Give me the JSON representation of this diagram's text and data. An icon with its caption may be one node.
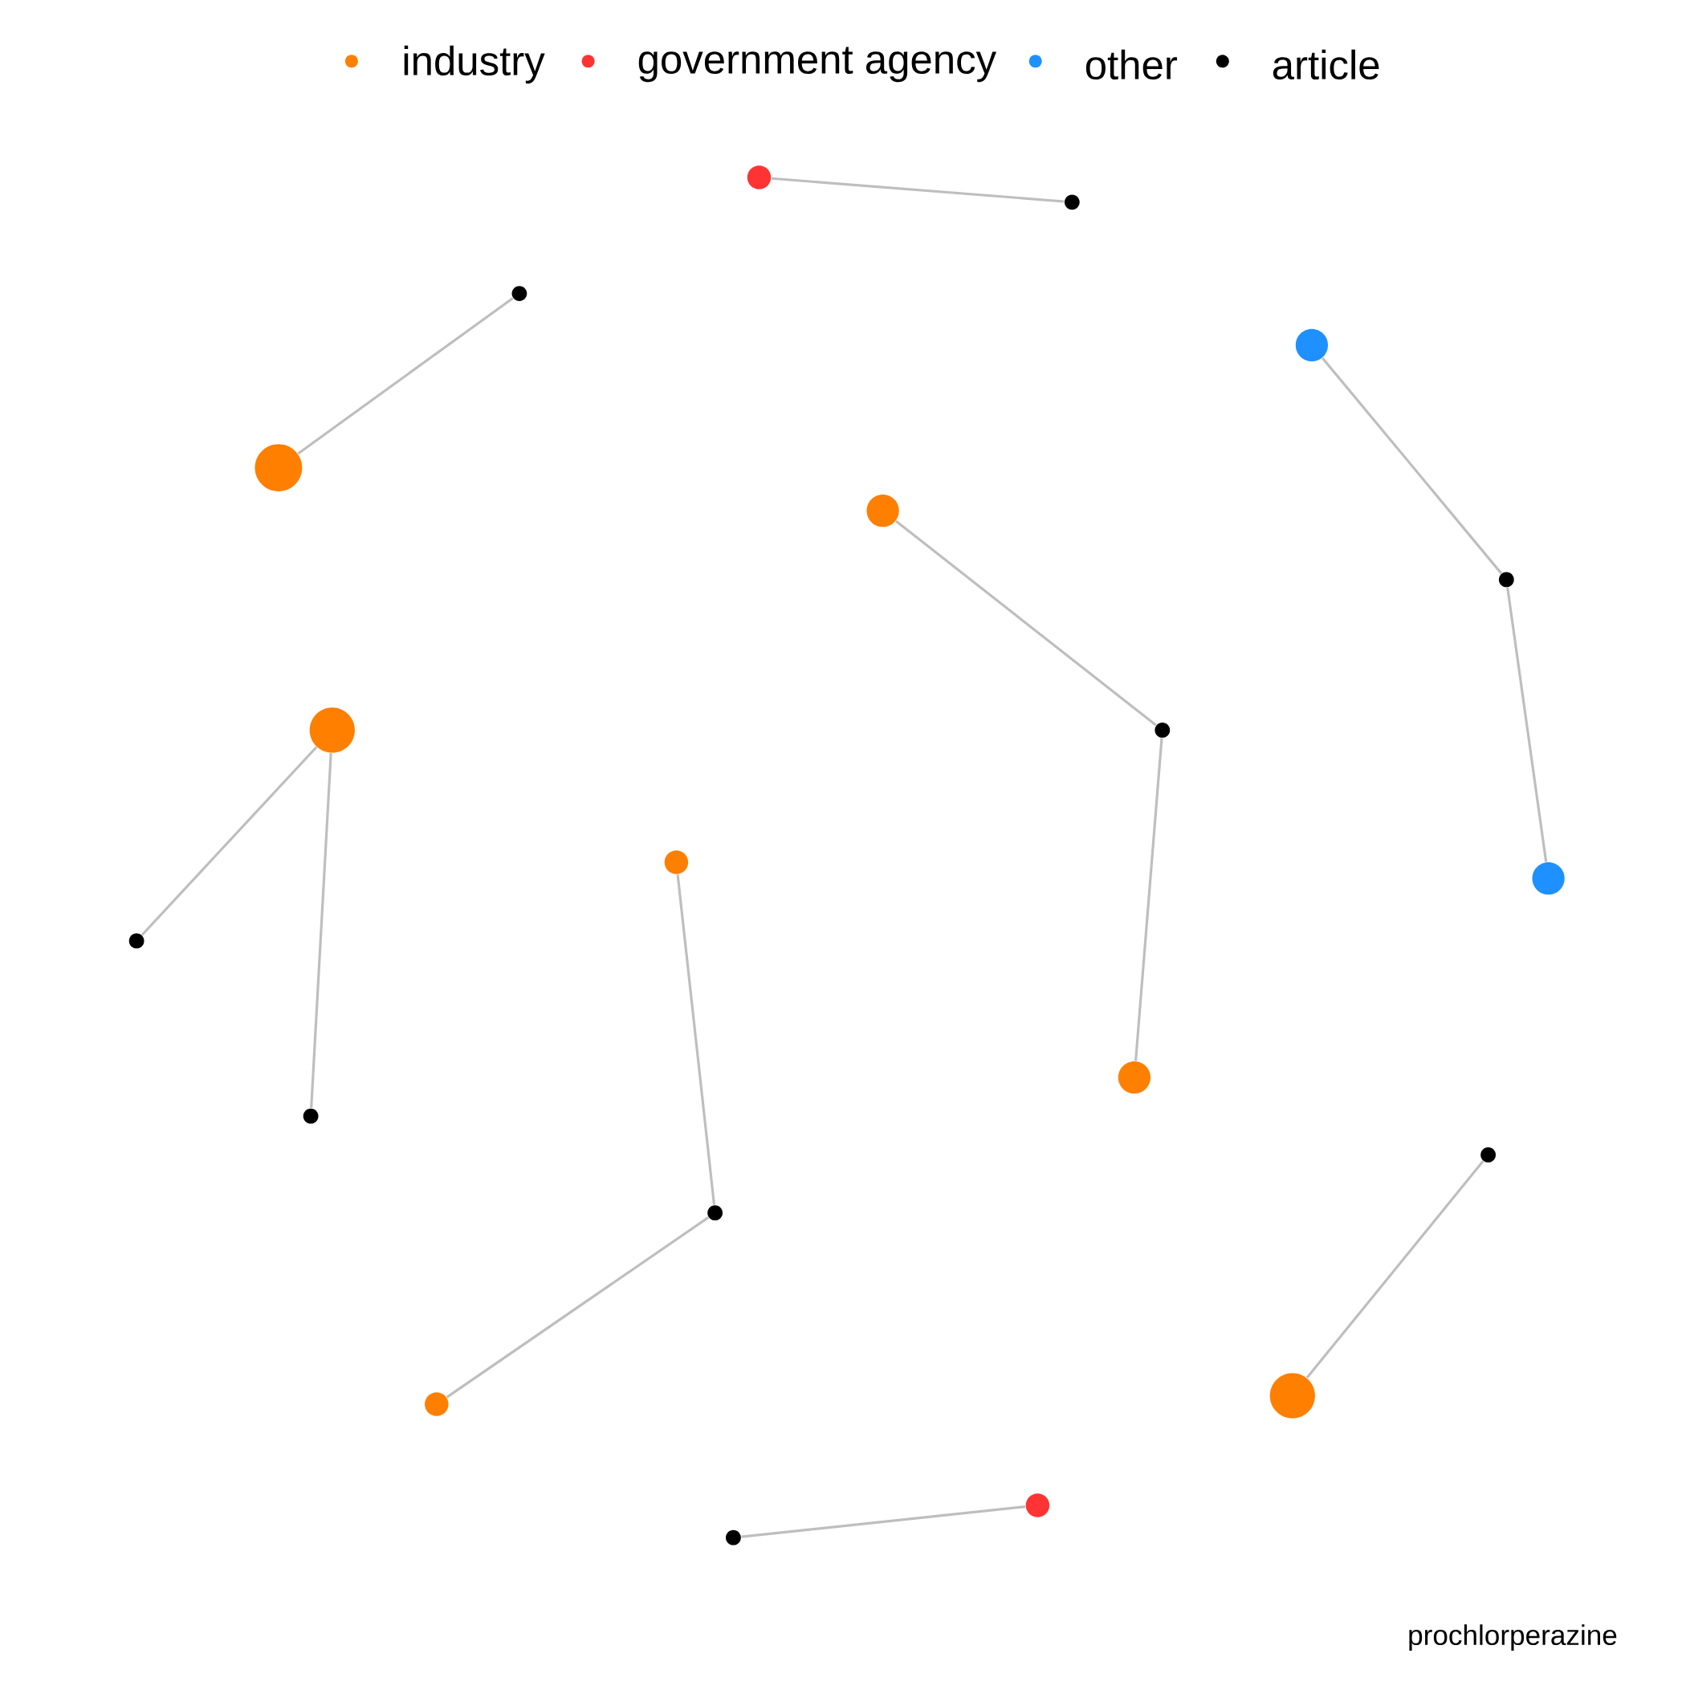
{
  "diagram": {
    "caption": "prochlorperazine",
    "nodes": [
      {
        "text": [],
        "shape": "circle"
      },
      {
        "text": [],
        "shape": "circle"
      },
      {
        "text": [],
        "shape": "circle"
      },
      {
        "text": [],
        "shape": "circle"
      },
      {
        "text": [],
        "shape": "circle"
      },
      {
        "text": [],
        "shape": "circle"
      },
      {
        "text": [],
        "shape": "circle"
      },
      {
        "text": [],
        "shape": "circle"
      },
      {
        "text": [],
        "shape": "circle"
      },
      {
        "text": [],
        "shape": "circle"
      },
      {
        "text": [],
        "shape": "circle"
      },
      {
        "text": [],
        "shape": "circle"
      },
      {
        "text": [],
        "shape": "circle"
      },
      {
        "text": [],
        "shape": "circle"
      },
      {
        "text": [],
        "shape": "circle"
      },
      {
        "text": [],
        "shape": "circle"
      },
      {
        "text": [],
        "shape": "circle"
      },
      {
        "text": [],
        "shape": "circle"
      },
      {
        "text": [],
        "shape": "circle"
      },
      {
        "text": [],
        "shape": "circle"
      }
    ],
    "edges": [
      {
        "from": 0,
        "to": 1,
        "arrow": "none"
      },
      {
        "from": 4,
        "to": 2,
        "arrow": "none"
      },
      {
        "from": 3,
        "to": 6,
        "arrow": "none"
      },
      {
        "from": 6,
        "to": 10,
        "arrow": "none"
      },
      {
        "from": 5,
        "to": 8,
        "arrow": "none"
      },
      {
        "from": 8,
        "to": 12,
        "arrow": "none"
      },
      {
        "from": 7,
        "to": 11,
        "arrow": "none"
      },
      {
        "from": 7,
        "to": 13,
        "arrow": "none"
      },
      {
        "from": 9,
        "to": 15,
        "arrow": "none"
      },
      {
        "from": 15,
        "to": 17,
        "arrow": "none"
      },
      {
        "from": 16,
        "to": 14,
        "arrow": "none"
      },
      {
        "from": 18,
        "to": 19,
        "arrow": "none"
      }
    ],
    "legend": [
      {
        "text": "industry",
        "color": "#ff7f00"
      },
      {
        "text": "government agency",
        "color": "#ff3333"
      },
      {
        "text": "other",
        "color": "#1e90ff"
      },
      {
        "text": "article",
        "color": "#000000"
      }
    ]
  }
}
